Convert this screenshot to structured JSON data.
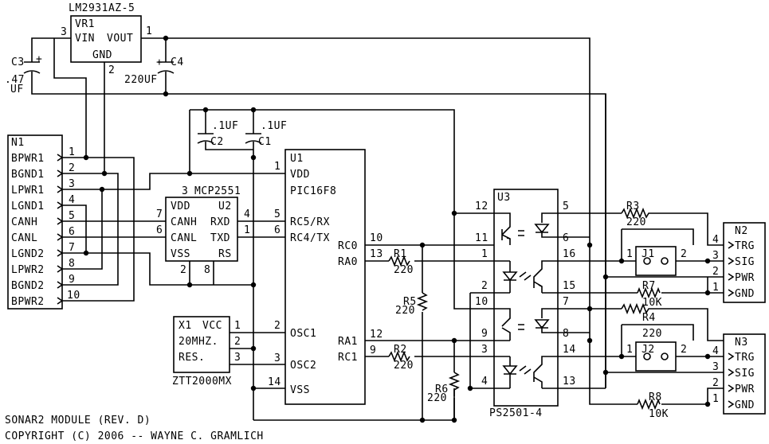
{
  "title": "SONAR2 MODULE (REV. D)",
  "copyright": "COPYRIGHT (C) 2006 -- WAYNE C. GRAMLICH",
  "vr1": {
    "part": "LM2931AZ-5",
    "ref": "VR1",
    "vin": "VIN",
    "vout": "VOUT",
    "gnd": "GND",
    "pin_in": "3",
    "pin_out": "1",
    "pin_gnd": "2"
  },
  "c3": {
    "ref": "C3",
    "value_a": ".47",
    "value_b": "UF",
    "plus": "+"
  },
  "c4": {
    "ref": "C4",
    "value": "220UF",
    "plus": "+"
  },
  "c1": {
    "ref": "C1",
    "value": ".1UF"
  },
  "c2": {
    "ref": "C2",
    "value": ".1UF"
  },
  "n1": {
    "ref": "N1",
    "pins": [
      "BPWR1",
      "BGND1",
      "LPWR1",
      "LGND1",
      "CANH",
      "CANL",
      "LGND2",
      "LPWR2",
      "BGND2",
      "BPWR2"
    ],
    "nums": [
      "1",
      "2",
      "3",
      "4",
      "5",
      "6",
      "7",
      "8",
      "9",
      "10"
    ]
  },
  "u2": {
    "part": "MCP2551",
    "ref": "U2",
    "pin3": "3",
    "vdd": "VDD",
    "canh": "CANH",
    "canl": "CANL",
    "vss": "VSS",
    "rxd": "RXD",
    "txd": "TXD",
    "rs": "RS",
    "p7": "7",
    "p6": "6",
    "p4": "4",
    "p1": "1",
    "p2": "2",
    "p8": "8"
  },
  "u1": {
    "ref": "U1",
    "part": "PIC16F8",
    "vdd": "VDD",
    "rc5": "RC5/RX",
    "rc4": "RC4/TX",
    "rc0": "RC0",
    "ra0": "RA0",
    "ra1": "RA1",
    "rc1": "RC1",
    "osc1": "OSC1",
    "osc2": "OSC2",
    "vss": "VSS",
    "p1": "1",
    "p5": "5",
    "p6": "6",
    "p10": "10",
    "p13": "13",
    "p12": "12",
    "p9": "9",
    "p2": "2",
    "p3": "3",
    "p14": "14"
  },
  "x1": {
    "ref": "X1",
    "vcc": "VCC",
    "freq": "20MHZ.",
    "res": "RES.",
    "part": "ZTT2000MX",
    "p1": "1",
    "p2": "2",
    "p3": "3"
  },
  "u3": {
    "ref": "U3",
    "part": "PS2501-4",
    "pins": {
      "p12": "12",
      "p11": "11",
      "p1": "1",
      "p2": "2",
      "p10": "10",
      "p9": "9",
      "p3": "3",
      "p4": "4",
      "p5": "5",
      "p6": "6",
      "p16": "16",
      "p15": "15",
      "p7": "7",
      "p8": "8",
      "p14": "14",
      "p13": "13"
    }
  },
  "r1": {
    "ref": "R1",
    "value": "220"
  },
  "r2": {
    "ref": "R2",
    "value": "220"
  },
  "r3": {
    "ref": "R3",
    "value": "220"
  },
  "r4": {
    "ref": "R4",
    "value": "220"
  },
  "r5": {
    "ref": "R5",
    "value": "220"
  },
  "r6": {
    "ref": "R6",
    "value": "220"
  },
  "r7": {
    "ref": "R7",
    "value": "10K"
  },
  "r8": {
    "ref": "R8",
    "value": "10K"
  },
  "j1": {
    "ref": "J1",
    "p1": "1",
    "p2": "2"
  },
  "j2": {
    "ref": "J2",
    "p1": "1",
    "p2": "2"
  },
  "n2": {
    "ref": "N2",
    "pins": [
      "TRG",
      "SIG",
      "PWR",
      "GND"
    ],
    "nums": [
      "4",
      "3",
      "2",
      "1"
    ]
  },
  "n3": {
    "ref": "N3",
    "pins": [
      "TRG",
      "SIG",
      "PWR",
      "GND"
    ],
    "nums": [
      "4",
      "3",
      "2",
      "1"
    ]
  }
}
